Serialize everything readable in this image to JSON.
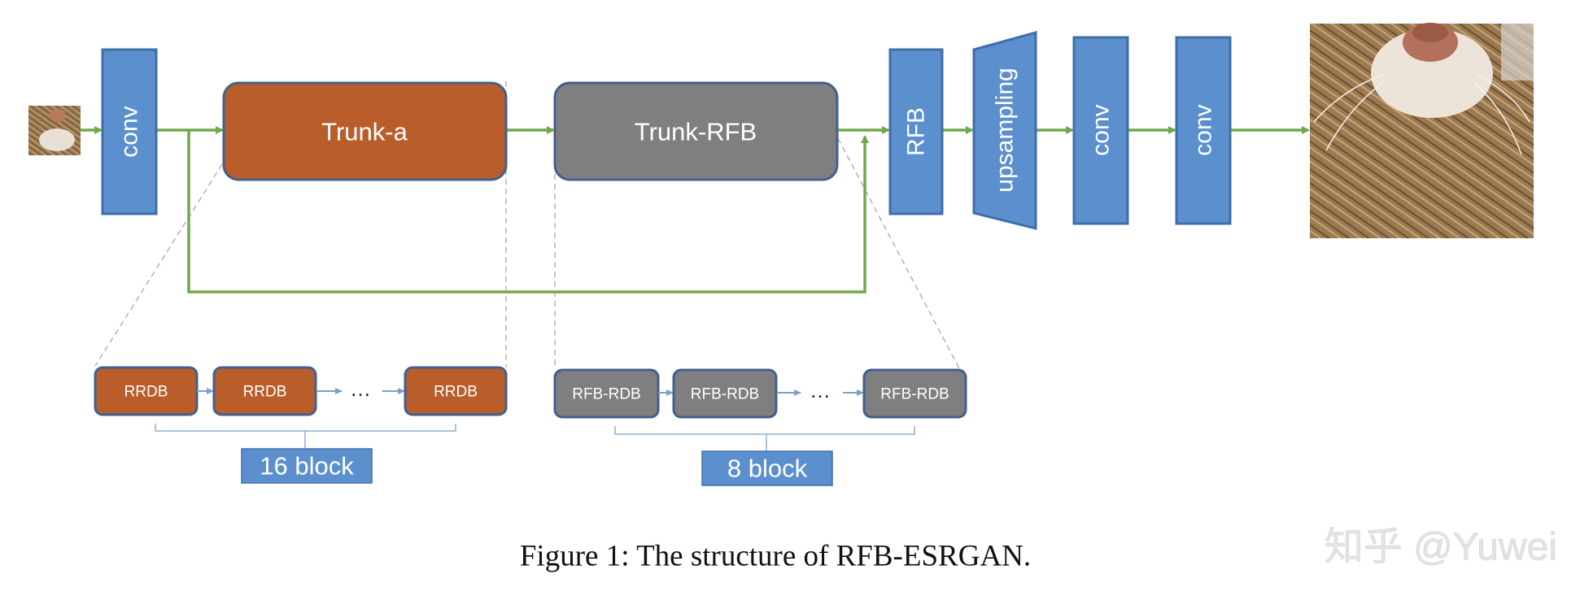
{
  "diagram": {
    "colors": {
      "blue": "#5b8fcd",
      "blue_stroke": "#3f6ea8",
      "orange": "#b95d2b",
      "gray": "#7f7f7f",
      "box_stroke": "#41608f",
      "green": "#70a84b",
      "thin_arrow": "#7aa0c8",
      "dashed": "#a6a6a6"
    },
    "top_blocks": {
      "conv1": "conv",
      "trunk_a": "Trunk-a",
      "trunk_rfb": "Trunk-RFB",
      "rfb": "RFB",
      "upsampling": "upsampling",
      "conv2": "conv",
      "conv3": "conv"
    },
    "group_a": {
      "items": [
        "RRDB",
        "RRDB",
        "RRDB"
      ],
      "ellipsis": "…",
      "count_label": "16 block"
    },
    "group_b": {
      "items": [
        "RFB-RDB",
        "RFB-RDB",
        "RFB-RDB"
      ],
      "ellipsis": "…",
      "count_label": "8 block"
    },
    "images": {
      "input": "lr-cat-image",
      "output": "sr-cat-image"
    }
  },
  "caption": "Figure 1: The structure of RFB-ESRGAN.",
  "watermark": "知乎 @Yuwei"
}
